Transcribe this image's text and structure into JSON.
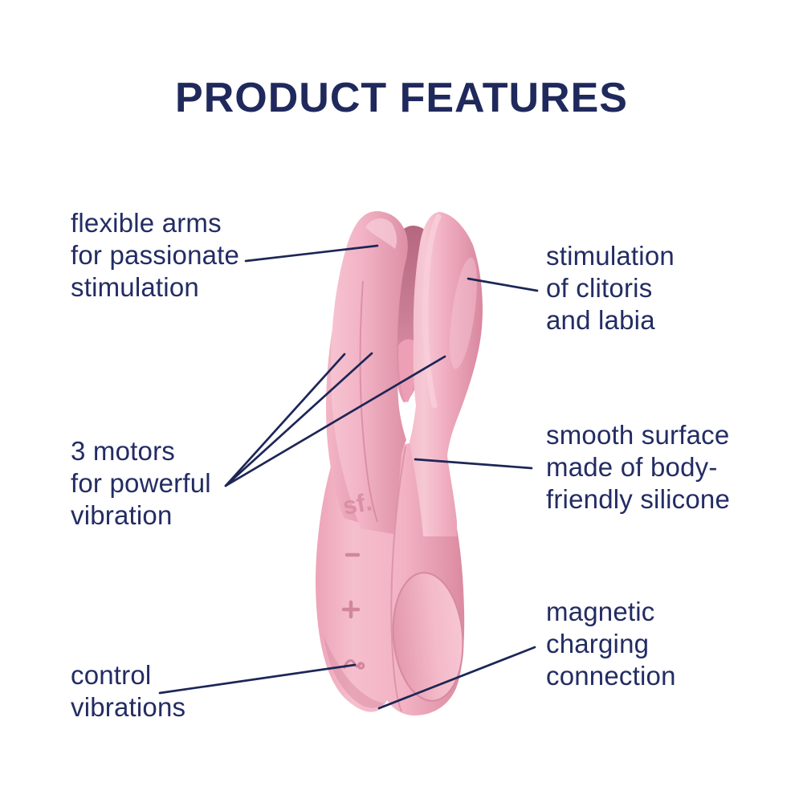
{
  "title": "PRODUCT FEATURES",
  "colors": {
    "navy_text": "#232c63",
    "navy_title": "#20295c",
    "leader_line": "#1d2656",
    "pink_light": "#f5bfcd",
    "pink_mid": "#eda6bb",
    "pink_shadow": "#d98ca2",
    "pink_deep": "#c4758e",
    "background": "#ffffff"
  },
  "product": {
    "name": "pink three-arm vibrator",
    "logo": "sf.",
    "control_icons": [
      "minus-button",
      "plus-button",
      "wave-button"
    ]
  },
  "annotations": {
    "flexible_arms": "flexible arms\nfor passionate\nstimulation",
    "stimulation": "stimulation\nof clitoris\nand labia",
    "motors": "3 motors\nfor powerful\nvibration",
    "smooth_surface": "smooth surface\nmade of body-\nfriendly silicone",
    "magnetic_charging": "magnetic\ncharging\nconnection",
    "control_vibrations": "control\nvibrations"
  }
}
